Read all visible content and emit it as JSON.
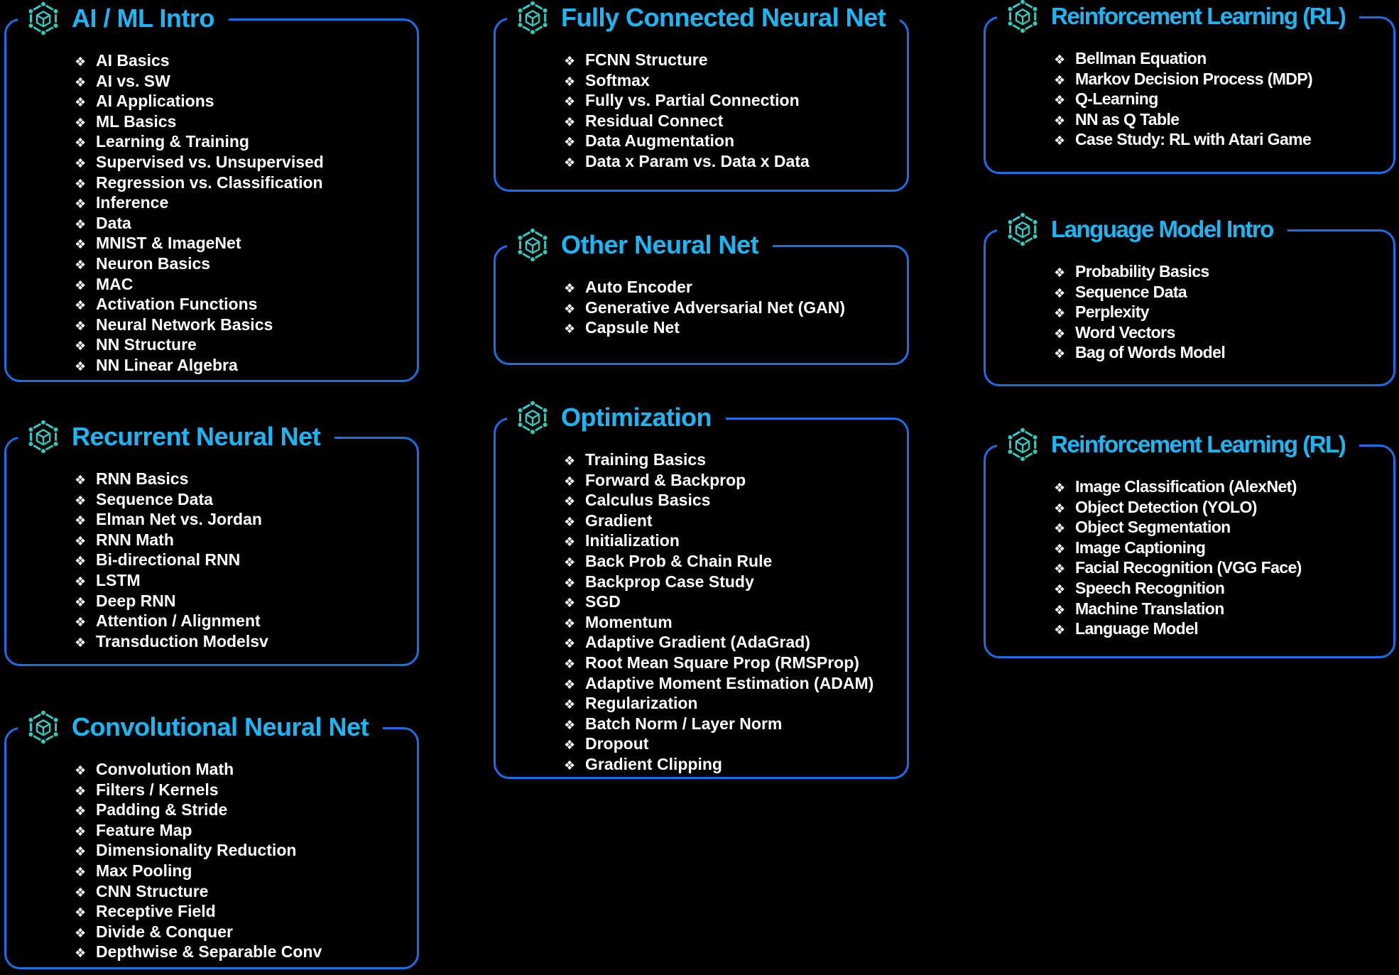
{
  "colors": {
    "background": "#000000",
    "card_border": "#1c6de8",
    "title_text": "#1cb6f4",
    "item_text": "#ffffff",
    "icon_gradient_start": "#3dcfd8",
    "icon_gradient_end": "#2dc3a4"
  },
  "bullet_glyph": "❖",
  "icon_name": "hexagon-node-cube-icon",
  "columns": [
    {
      "cards": [
        {
          "title": "AI / ML Intro",
          "items": [
            "AI Basics",
            "AI vs. SW",
            "AI Applications",
            "ML Basics",
            "Learning & Training",
            "Supervised vs. Unsupervised",
            "Regression vs. Classification",
            "Inference",
            "Data",
            "MNIST & ImageNet",
            "Neuron Basics",
            "MAC",
            "Activation Functions",
            "Neural Network Basics",
            "NN Structure",
            "NN Linear Algebra"
          ]
        },
        {
          "title": "Recurrent Neural Net",
          "items": [
            "RNN Basics",
            "Sequence Data",
            "Elman Net vs. Jordan",
            "RNN Math",
            "Bi-directional RNN",
            "LSTM",
            "Deep RNN",
            "Attention / Alignment",
            "Transduction Modelsv"
          ]
        },
        {
          "title": "Convolutional Neural Net",
          "items": [
            "Convolution Math",
            "Filters / Kernels",
            "Padding & Stride",
            "Feature Map",
            "Dimensionality Reduction",
            "Max Pooling",
            "CNN Structure",
            "Receptive Field",
            "Divide & Conquer",
            "Depthwise & Separable Conv"
          ]
        }
      ]
    },
    {
      "cards": [
        {
          "title": "Fully Connected Neural Net",
          "items": [
            "FCNN Structure",
            "Softmax",
            "Fully vs. Partial Connection",
            "Residual Connect",
            "Data Augmentation",
            "Data x Param vs. Data x Data"
          ]
        },
        {
          "title": "Other Neural Net",
          "items": [
            "Auto Encoder",
            "Generative Adversarial Net (GAN)",
            "Capsule Net"
          ]
        },
        {
          "title": "Optimization",
          "items": [
            "Training Basics",
            "Forward & Backprop",
            "Calculus Basics",
            "Gradient",
            "Initialization",
            "Back Prob & Chain Rule",
            "Backprop Case Study",
            "SGD",
            "Momentum",
            "Adaptive Gradient (AdaGrad)",
            "Root Mean Square Prop (RMSProp)",
            "Adaptive Moment Estimation (ADAM)",
            "Regularization",
            "Batch Norm / Layer Norm",
            "Dropout",
            "Gradient Clipping"
          ]
        }
      ]
    },
    {
      "cards": [
        {
          "title": "Reinforcement Learning (RL)",
          "items": [
            "Bellman Equation",
            "Markov Decision Process (MDP)",
            "Q-Learning",
            "NN as Q Table",
            "Case Study: RL with Atari Game"
          ]
        },
        {
          "title": "Language Model Intro",
          "items": [
            "Probability Basics",
            "Sequence Data",
            "Perplexity",
            "Word Vectors",
            "Bag of Words Model"
          ]
        },
        {
          "title": "Reinforcement Learning (RL)",
          "items": [
            "Image Classification (AlexNet)",
            "Object Detection (YOLO)",
            "Object Segmentation",
            "Image Captioning",
            "Facial Recognition (VGG Face)",
            "Speech Recognition",
            "Machine Translation",
            "Language Model"
          ]
        }
      ]
    }
  ]
}
